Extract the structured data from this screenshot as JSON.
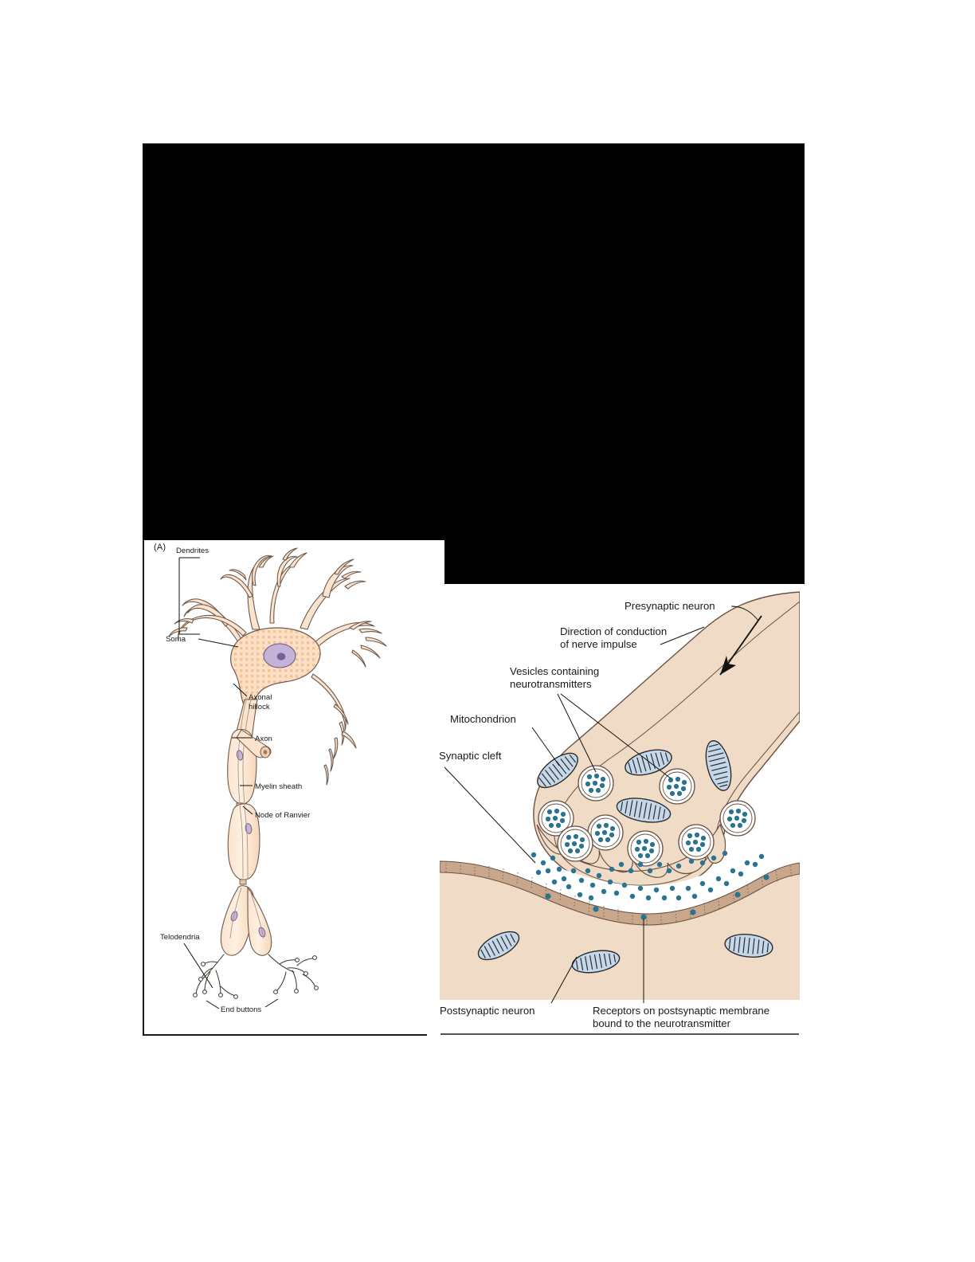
{
  "figure": {
    "panel_a": {
      "letter": "(A)",
      "labels": [
        {
          "id": "dendrites",
          "text": "Dendrites"
        },
        {
          "id": "soma",
          "text": "Soma"
        },
        {
          "id": "axonal-hillock",
          "text": "Axonal",
          "text2": "hillock"
        },
        {
          "id": "axon",
          "text": "Axon"
        },
        {
          "id": "myelin-sheath",
          "text": "Myelin sheath"
        },
        {
          "id": "node-of-ranvier",
          "text": "Node of Ranvier"
        },
        {
          "id": "telodendria",
          "text": "Telodendria"
        },
        {
          "id": "end-buttons",
          "text": "End buttons"
        }
      ]
    },
    "panel_b": {
      "labels": [
        {
          "id": "presynaptic-neuron",
          "text": "Presynaptic neuron"
        },
        {
          "id": "direction-of-conduction",
          "text": "Direction of conduction",
          "text2": "of nerve impulse"
        },
        {
          "id": "vesicles",
          "text": "Vesicles containing",
          "text2": "neurotransmitters"
        },
        {
          "id": "mitochondrion",
          "text": "Mitochondrion"
        },
        {
          "id": "synaptic-cleft",
          "text": "Synaptic cleft"
        },
        {
          "id": "postsynaptic-neuron",
          "text": "Postsynaptic neuron"
        },
        {
          "id": "receptors",
          "text": "Receptors on postsynaptic membrane",
          "text2": "bound to the neurotransmitter"
        }
      ]
    }
  },
  "colors": {
    "redacted": "#000000",
    "cell_fill": "#f0dcc6",
    "cell_outline": "#6b5242",
    "membrane_band": "#c9a78d",
    "mitochondria_fill": "#c5d8ea",
    "mitochondria_outline": "#2b2b2b",
    "vesicle_fill": "#ffffff",
    "neurotransmitter": "#2b7491",
    "soma_fill": "#f8d9bd",
    "nucleus_fill": "#c4b2d8",
    "nucleolus_fill": "#7a5f99",
    "axon_fill": "#fae3cd",
    "outline_dark": "#5a4638"
  }
}
